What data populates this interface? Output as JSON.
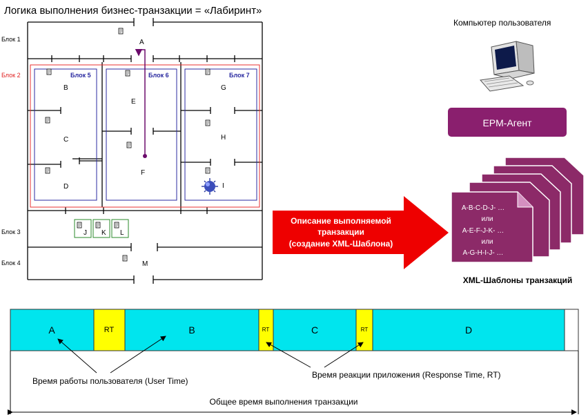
{
  "title": "Логика выполнения бизнес-транзакции = «Лабиринт»",
  "maze": {
    "blocks": {
      "b1": "Блок 1",
      "b2": "Блок 2",
      "b3": "Блок 3",
      "b4": "Блок 4",
      "b5": "Блок 5",
      "b6": "Блок 6",
      "b7": "Блок 7"
    },
    "nodes": {
      "A": "A",
      "B": "B",
      "C": "C",
      "D": "D",
      "E": "E",
      "F": "F",
      "G": "G",
      "H": "H",
      "I": "I",
      "J": "J",
      "K": "K",
      "L": "L",
      "M": "M"
    }
  },
  "computer": {
    "label": "Компьютер пользователя"
  },
  "agent": {
    "label": "EPM-Агент",
    "color": "#8a1f6e"
  },
  "arrow": {
    "line1": "Описание выполняемой",
    "line2": "транзакции",
    "line3": "(создание XML-Шаблона)",
    "color": "#ee0000"
  },
  "templates": {
    "line1": "A-B-C-D-J- …",
    "line2": "или",
    "line3": "A-E-F-J-K- …",
    "line4": "или",
    "line5": "A-G-H-I-J- …",
    "caption": "XML-Шаблоны транзакций",
    "color": "#8c2a68"
  },
  "timeline": {
    "segments": [
      {
        "label": "A",
        "type": "user"
      },
      {
        "label": "RT",
        "type": "rt"
      },
      {
        "label": "B",
        "type": "user"
      },
      {
        "label": "RT",
        "type": "rt"
      },
      {
        "label": "C",
        "type": "user"
      },
      {
        "label": "RT",
        "type": "rt"
      },
      {
        "label": "D",
        "type": "user"
      }
    ],
    "user_label": "Время работы пользователя (User Time)",
    "rt_label": "Время реакции приложения (Response Time, RT)",
    "total_label": "Общее время выполнения транзакции",
    "user_color": "#00e5ee",
    "rt_color": "#ffff00"
  }
}
